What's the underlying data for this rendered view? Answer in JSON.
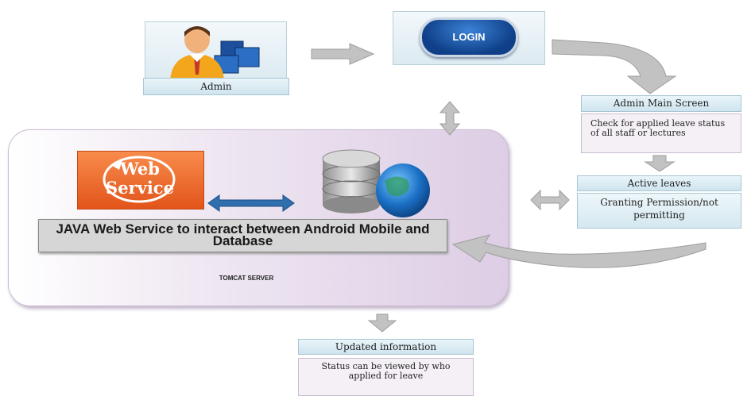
{
  "admin": {
    "label": "Admin"
  },
  "login": {
    "button_label": "LOGIN"
  },
  "admin_main": {
    "title": "Admin Main Screen",
    "body": "Check for applied leave status of all staff or lectures"
  },
  "active_leaves": {
    "title": "Active leaves",
    "body": "Granting Permission/not permitting"
  },
  "server": {
    "web_service_label_1": "Web",
    "web_service_label_2": "Service",
    "java_caption": "JAVA Web Service to interact between Android Mobile and Database",
    "name": "TOMCAT SERVER"
  },
  "updated": {
    "title": "Updated information",
    "body": "Status can be viewed by who applied for leave"
  },
  "colors": {
    "server_bg": "#e2d4e8",
    "arrow_gray": "#bdbdbd",
    "accent_blue": "#2f6fae",
    "web_orange": "#ef6a2a"
  }
}
